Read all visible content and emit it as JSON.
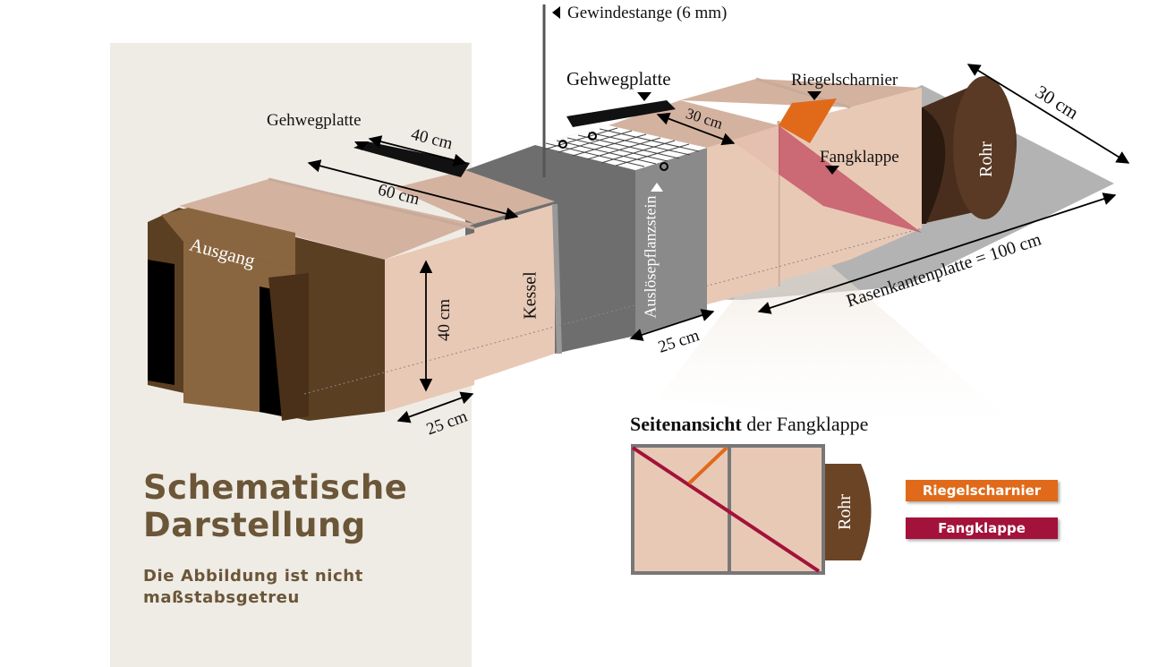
{
  "colors": {
    "panel_bg": "#efece6",
    "slab": "#e8c9b6",
    "slab_top": "#d4b2a0",
    "brown_dark": "#5b3f22",
    "brown_light": "#8a6640",
    "grey": "#7b7b7b",
    "orange": "#e06a1a",
    "crimson": "#a3123a",
    "heading": "#6b5638"
  },
  "diagram": {
    "labels": {
      "gewindestange": "Gewindestange (6 mm)",
      "gehwegplatte_left": "Gehwegplatte",
      "gehwegplatte_right": "Gehwegplatte",
      "riegelscharnier": "Riegelscharnier",
      "fangklappe": "Fangklappe",
      "ausgang": "Ausgang",
      "kessel": "Kessel",
      "ausloeser": "Auslösepflanzstein",
      "rohr": "Rohr",
      "rasenkantenplatte": "Rasenkantenplatte = 100 cm"
    },
    "dimensions": {
      "d40_top": "40 cm",
      "d60": "60 cm",
      "d40_side": "40 cm",
      "d25_left": "25 cm",
      "d30_top": "30 cm",
      "d25_mid": "25 cm",
      "d30_right": "30 cm"
    }
  },
  "panel": {
    "title_line1": "Schematische",
    "title_line2": "Darstellung",
    "subtitle_line1": "Die Abbildung ist nicht",
    "subtitle_line2": "maßstabsgetreu"
  },
  "side_view": {
    "title_bold": "Seitenansicht",
    "title_rest": " der Fangklappe",
    "rohr": "Rohr"
  },
  "legend": {
    "riegelscharnier": "Riegelscharnier",
    "fangklappe": "Fangklappe"
  }
}
